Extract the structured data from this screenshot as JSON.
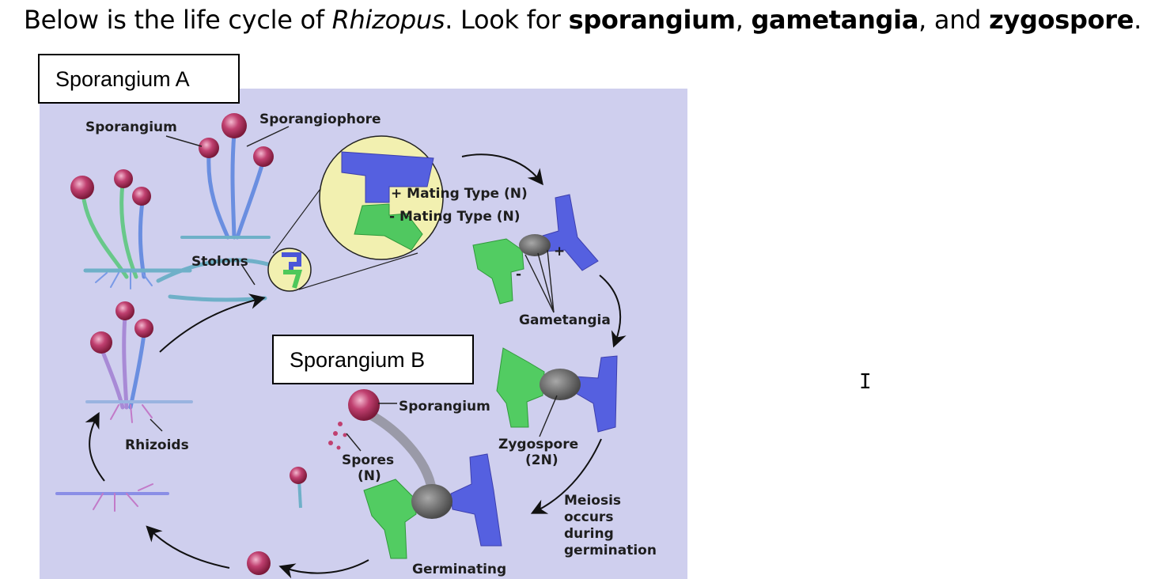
{
  "heading": {
    "intro": "Below is the life cycle of ",
    "organism": "Rhizopus",
    "mid1": ".  Look for ",
    "term1": "sporangium",
    "sep1": ", ",
    "term2": "gametangia",
    "sep2": ", and ",
    "term3": "zygospore",
    "end": "."
  },
  "boxes": {
    "a": "Sporangium A",
    "b": "Sporangium B"
  },
  "labels": {
    "sporangium_top": "Sporangium",
    "sporangiophore": "Sporangiophore",
    "stolons": "Stolons",
    "rhizoids": "Rhizoids",
    "plus_mating": "+ Mating Type (N)",
    "minus_mating": "- Mating Type (N)",
    "plus_sign": "+",
    "minus_sign": "-",
    "gametangia": "Gametangia",
    "sporangium_lower": "Sporangium",
    "spores_1": "Spores",
    "spores_2": "(N)",
    "zygospore_1": "Zygospore",
    "zygospore_2": "(2N)",
    "meiosis_1": "Meiosis",
    "meiosis_2": "occurs",
    "meiosis_3": "during",
    "meiosis_4": "germination",
    "germinating": "Germinating"
  },
  "colors": {
    "background": "#cfcfee",
    "sporangium": "#b0305e",
    "hypha_green": "#4ec85a",
    "hypha_blue": "#4b56d8",
    "zygospore": "#6a6a6a",
    "zoom_circle": "#f2f0b0"
  }
}
